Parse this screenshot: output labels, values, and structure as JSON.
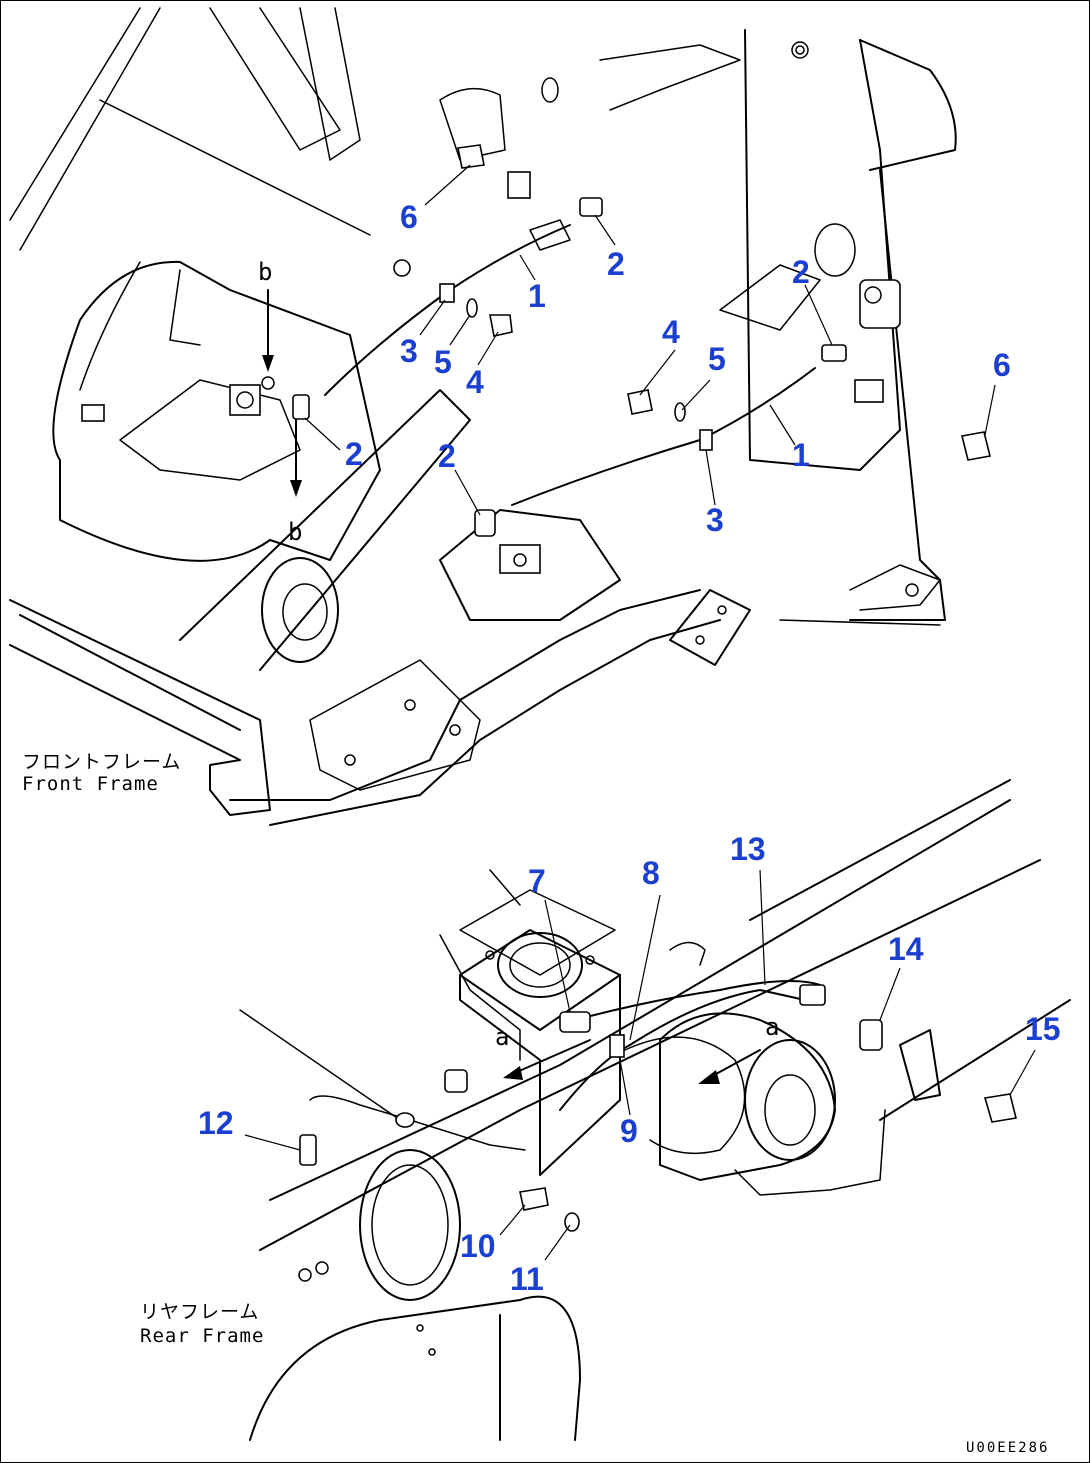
{
  "frames": {
    "front": {
      "line1": "フロントフレーム",
      "line2": "Front Frame"
    },
    "rear": {
      "line1": "リヤフレーム",
      "line2": "Rear Frame"
    }
  },
  "view_marks": {
    "a": "a",
    "b": "b"
  },
  "drawing_code": "U00EE286",
  "callouts": {
    "c1a": "1",
    "c1b": "1",
    "c2a": "2",
    "c2b": "2",
    "c2c": "2",
    "c2d": "2",
    "c3a": "3",
    "c3b": "3",
    "c4a": "4",
    "c4b": "4",
    "c5a": "5",
    "c5b": "5",
    "c6a": "6",
    "c6b": "6",
    "c7": "7",
    "c8": "8",
    "c9": "9",
    "c10": "10",
    "c11": "11",
    "c12": "12",
    "c13": "13",
    "c14": "14",
    "c15": "15"
  }
}
